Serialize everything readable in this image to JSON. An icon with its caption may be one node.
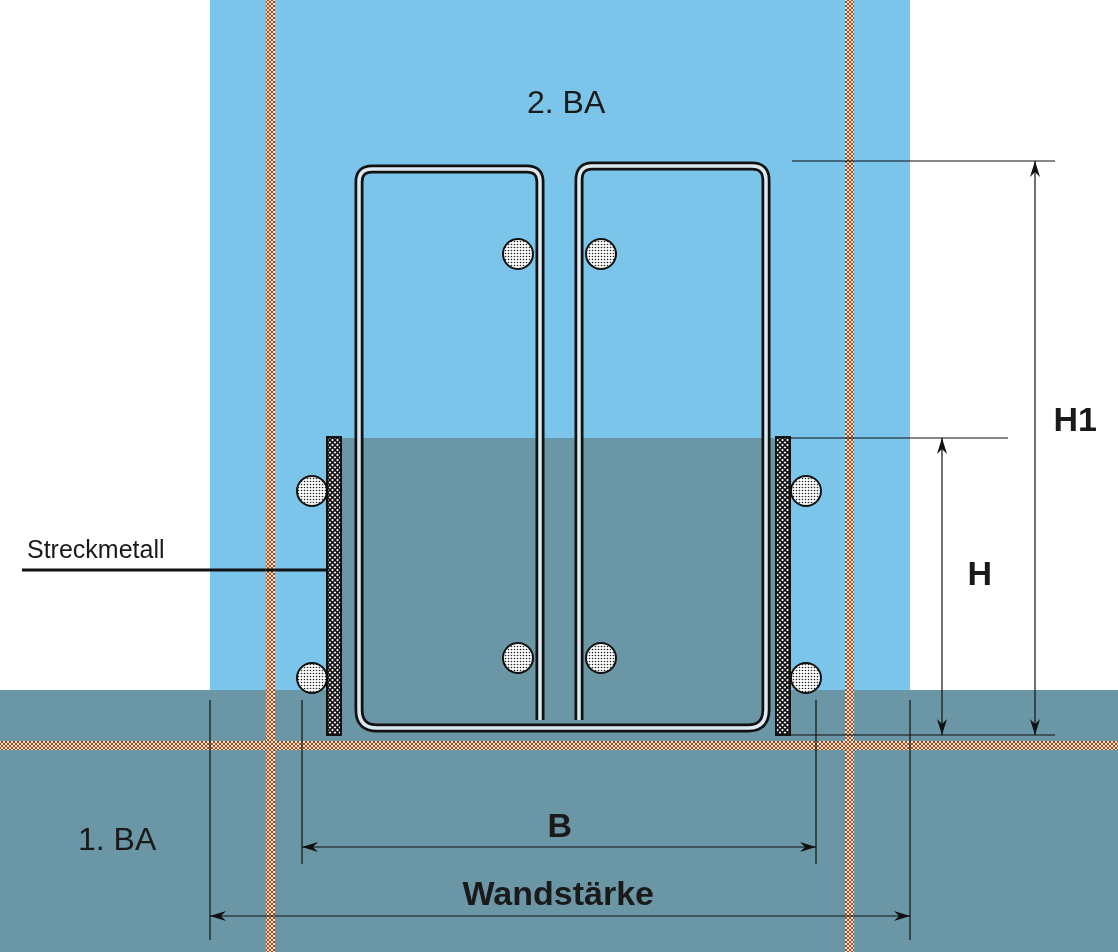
{
  "diagram": {
    "nodes": [
      {
        "text": [
          "Streckmetall"
        ]
      },
      {
        "text": [],
        "shape": "bar"
      }
    ],
    "edges": [
      {
        "from": 0,
        "to": 1,
        "arrow": "none"
      }
    ],
    "labels": [
      "2. BA",
      "H1",
      "H",
      "B",
      "1. BA",
      "Wandstärke"
    ]
  }
}
